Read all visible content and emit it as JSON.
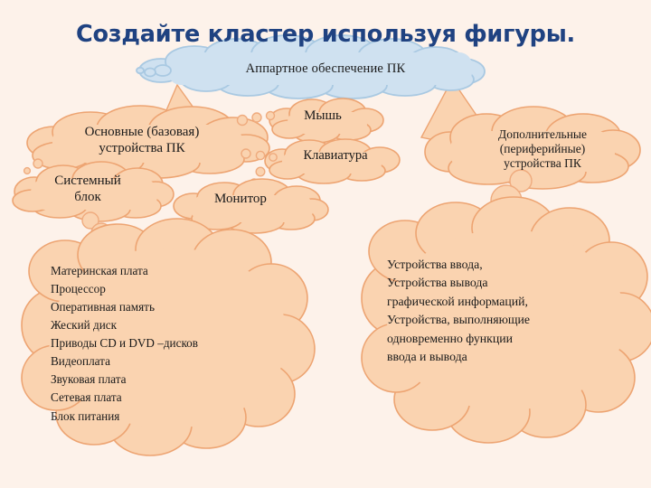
{
  "page": {
    "title": "Создайте кластер используя фигуры.",
    "background_color": "#fdf2ea"
  },
  "colors": {
    "title_blue": "#1f4281",
    "cloud_blue_fill": "#cfe1f0",
    "cloud_blue_stroke": "#a9c9e2",
    "cloud_peach_fill": "#fad3b0",
    "cloud_peach_stroke": "#eda472",
    "text": "#1a1a1a"
  },
  "cluster": {
    "root": {
      "label": "Аппартное обеспечение  ПК",
      "shape": "thought-cloud",
      "color": "#cfe1f0"
    },
    "branches": [
      {
        "id": "basic",
        "label": "Основные (базовая)\nустройства ПК",
        "shape": "callout-cloud",
        "color": "#fad3b0"
      },
      {
        "id": "extra",
        "label": "Дополнительные\n(периферийные)\nустройства ПК",
        "shape": "callout-cloud",
        "color": "#fad3b0"
      }
    ],
    "leaves": [
      {
        "id": "mouse",
        "label": "Мышь",
        "shape": "cloud",
        "color": "#fad3b0"
      },
      {
        "id": "keyboard",
        "label": "Клавиатура",
        "shape": "cloud",
        "color": "#fad3b0"
      },
      {
        "id": "system_unit",
        "label": "Системный\nблок",
        "shape": "cloud",
        "color": "#fad3b0"
      },
      {
        "id": "monitor",
        "label": "Монитор",
        "shape": "cloud",
        "color": "#fad3b0"
      }
    ],
    "detail_clouds": [
      {
        "id": "internal_parts",
        "shape": "thought-cloud",
        "color": "#fad3b0",
        "items": [
          "Материнская плата",
          "Процессор",
          "Оперативная память",
          "Жеский диск",
          "Приводы CD и DVD –дисков",
          "Видеоплата",
          "Звуковая плата",
          "Сетевая плата",
          "Блок питания"
        ]
      },
      {
        "id": "peripheral_parts",
        "shape": "thought-cloud",
        "color": "#fad3b0",
        "items": [
          "Устройства ввода,",
          "Устройства вывода",
          "графической информаций,",
          "Устройства, выполняющие",
          "одновременно функции",
          "ввода и вывода"
        ]
      }
    ]
  }
}
